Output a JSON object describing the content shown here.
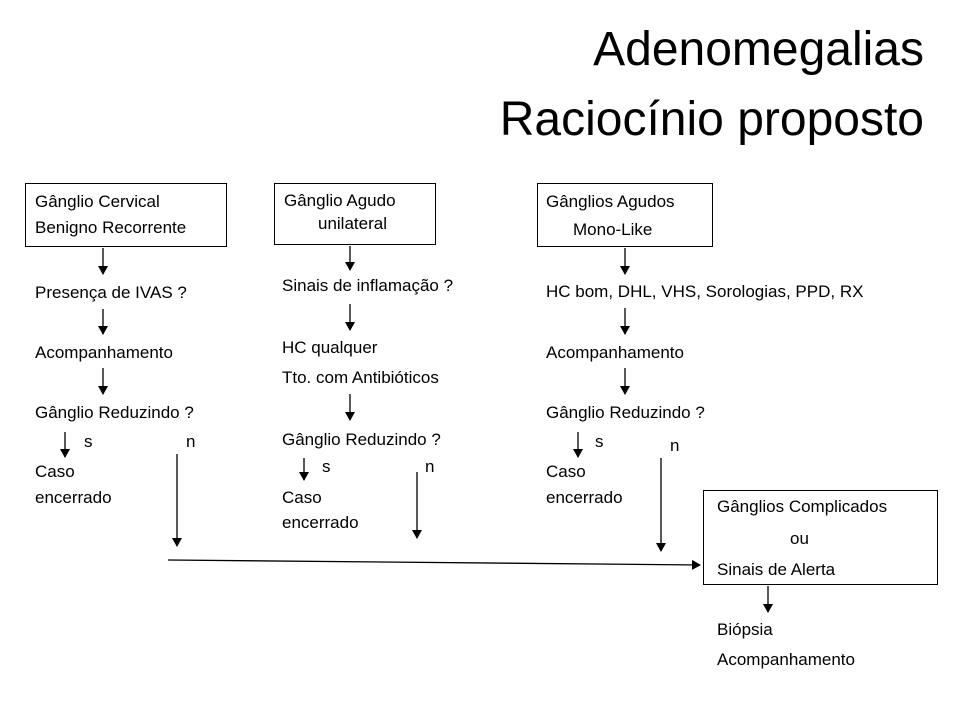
{
  "title": {
    "line1": "Adenomegalias",
    "line2": "Raciocínio proposto"
  },
  "col1": {
    "box_line1": "Gânglio Cervical",
    "box_line2": "Benigno Recorrente",
    "q1": "Presença de IVAS ?",
    "step2": "Acompanhamento",
    "q2": "Gânglio Reduzindo ?",
    "yes": "s",
    "no": "n",
    "closed_line1": "Caso",
    "closed_line2": "encerrado"
  },
  "col2": {
    "box_line1": "Gânglio Agudo",
    "box_line2": "unilateral",
    "q1": "Sinais de inflamação ?",
    "step2_line1": "HC qualquer",
    "step2_line2": "Tto. com Antibióticos",
    "q2": "Gânglio Reduzindo ?",
    "yes": "s",
    "no": "n",
    "closed_line1": "Caso",
    "closed_line2": "encerrado"
  },
  "col3": {
    "box_line1": "Gânglios Agudos",
    "box_line2": "Mono-Like",
    "step1": "HC bom, DHL, VHS, Sorologias, PPD, RX",
    "step2": "Acompanhamento",
    "q2": "Gânglio Reduzindo ?",
    "yes": "s",
    "no": "n",
    "closed_line1": "Caso",
    "closed_line2": "encerrado"
  },
  "final": {
    "box_line1": "Gânglios Complicados",
    "box_line2": "ou",
    "box_line3": "Sinais de Alerta",
    "out_line1": "Biópsia",
    "out_line2": "Acompanhamento"
  }
}
